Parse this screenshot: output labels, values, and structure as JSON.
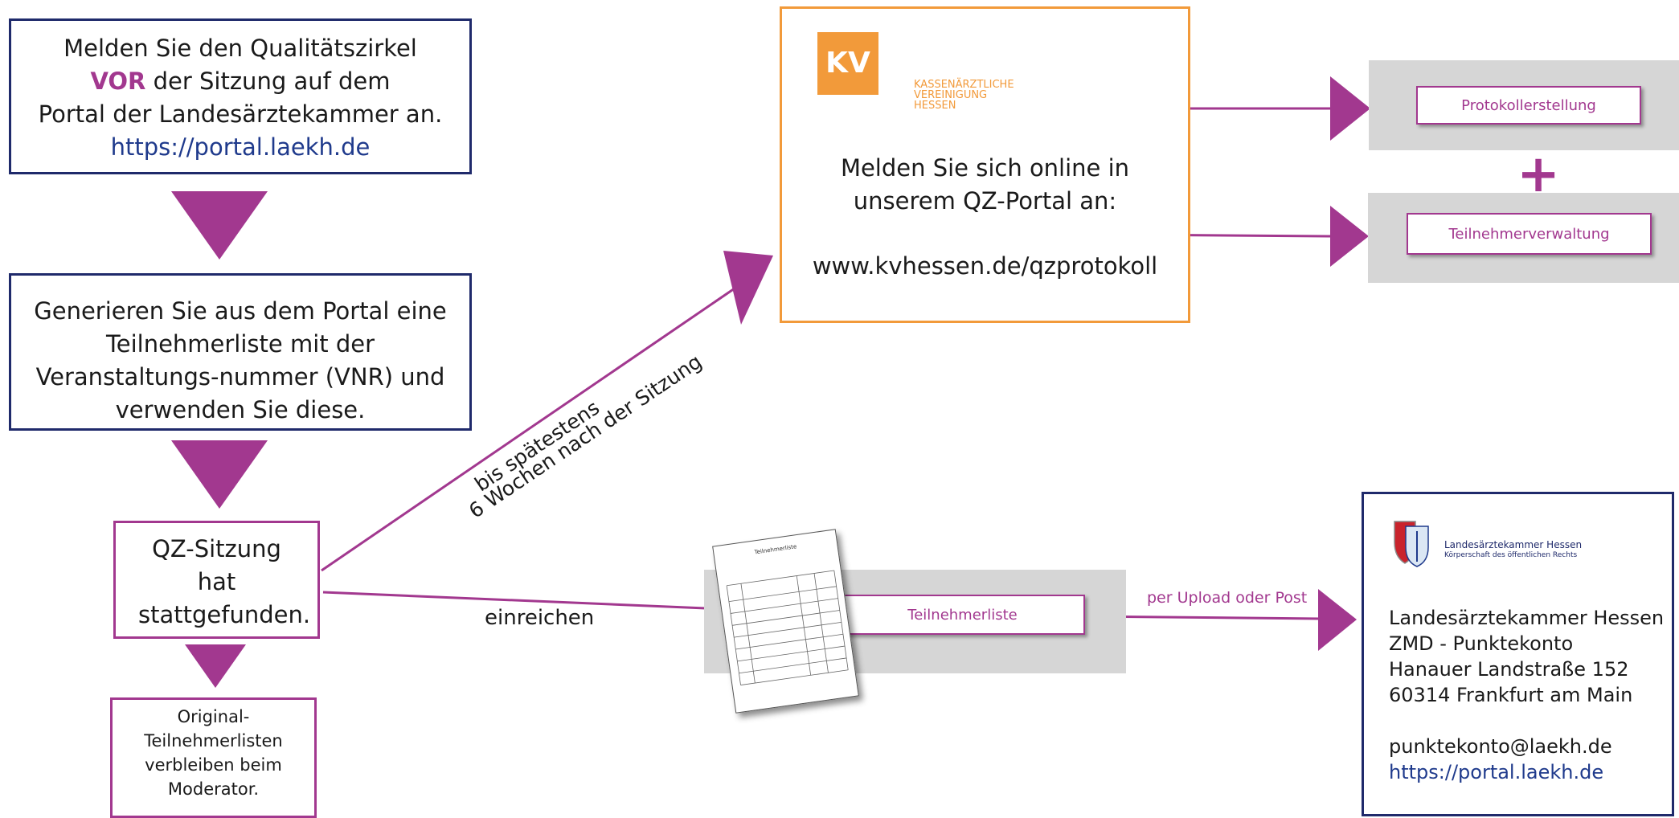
{
  "box_register": {
    "line1": "Melden Sie den Qualitätszirkel",
    "line2_strong": "VOR",
    "line2_rest": " der Sitzung auf dem",
    "line3": "Portal der Landesärztekammer an.",
    "link": "https://portal.laekh.de"
  },
  "box_generate": {
    "text": "Generieren Sie aus dem Portal eine Teilnehmerliste mit der Veranstaltungs-nummer (VNR) und verwenden Sie diese."
  },
  "box_session": {
    "text": "QZ-Sitzung hat stattgefunden."
  },
  "box_original": {
    "text": "Original-Teilnehmerlisten verbleiben beim Moderator."
  },
  "kv": {
    "logo_mark": "KV",
    "logo_line1": "KASSENÄRZTLICHE",
    "logo_line2": "VEREINIGUNG",
    "logo_line3": "HESSEN",
    "line1": "Melden Sie sich online in",
    "line2": "unserem QZ-Portal an:",
    "url": "www.kvhessen.de/qzprotokoll"
  },
  "buttons": {
    "protokoll": "Protokollerstellung",
    "plus": "+",
    "teilnehmer": "Teilnehmerverwaltung",
    "teilnehmerliste": "Teilnehmerliste"
  },
  "labels": {
    "diag_line1": "bis spätestens",
    "diag_line2": "6 Wochen nach der Sitzung",
    "einreichen": "einreichen",
    "upload": "per Upload oder Post"
  },
  "doc": {
    "title": "Teilnehmerliste"
  },
  "laekh": {
    "logo_name": "Landesärztekammer Hessen",
    "logo_sub": "Körperschaft des öffentlichen Rechts",
    "addr1": "Landesärztekammer Hessen",
    "addr2": "ZMD - Punktekonto",
    "addr3": "Hanauer Landstraße 152",
    "addr4": "60314 Frankfurt am Main",
    "email": "punktekonto@laekh.de",
    "link": "https://portal.laekh.de"
  },
  "colors": {
    "purple": "#a2388f",
    "navy": "#1f2a6b",
    "orange": "#f29a3a",
    "grey": "#d6d6d6"
  }
}
